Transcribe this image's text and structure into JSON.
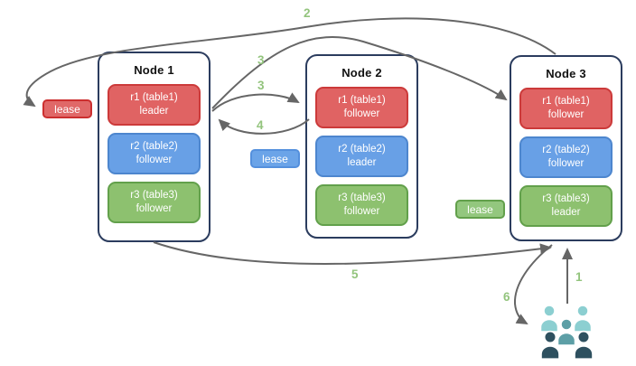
{
  "nodes": [
    {
      "title": "Node 1",
      "replicas": [
        {
          "name": "r1 (table1)",
          "role": "leader",
          "color": "red"
        },
        {
          "name": "r2 (table2)",
          "role": "follower",
          "color": "blue"
        },
        {
          "name": "r3 (table3)",
          "role": "follower",
          "color": "green"
        }
      ]
    },
    {
      "title": "Node 2",
      "replicas": [
        {
          "name": "r1 (table1)",
          "role": "follower",
          "color": "red"
        },
        {
          "name": "r2 (table2)",
          "role": "leader",
          "color": "blue"
        },
        {
          "name": "r3 (table3)",
          "role": "follower",
          "color": "green"
        }
      ]
    },
    {
      "title": "Node 3",
      "replicas": [
        {
          "name": "r1 (table1)",
          "role": "follower",
          "color": "red"
        },
        {
          "name": "r2 (table2)",
          "role": "follower",
          "color": "blue"
        },
        {
          "name": "r3 (table3)",
          "role": "leader",
          "color": "green"
        }
      ]
    }
  ],
  "leases": [
    {
      "label": "lease",
      "color": "red"
    },
    {
      "label": "lease",
      "color": "blue"
    },
    {
      "label": "lease",
      "color": "green"
    }
  ],
  "steps": [
    {
      "label": "1"
    },
    {
      "label": "2"
    },
    {
      "label": "3"
    },
    {
      "label": "3"
    },
    {
      "label": "4"
    },
    {
      "label": "5"
    },
    {
      "label": "6"
    }
  ],
  "colors": {
    "red_fill": "#e06363",
    "red_border": "#cc3a3a",
    "blue_fill": "#68a0e6",
    "blue_border": "#4d86ce",
    "green_fill": "#8dc16f",
    "green_border": "#62a04b",
    "node_border": "#2b3c5e",
    "arrow": "#666666",
    "step_label": "#93c47d",
    "users_light": "#8ccfd1",
    "users_medium": "#5d9fa6",
    "users_dark": "#2e505f"
  }
}
